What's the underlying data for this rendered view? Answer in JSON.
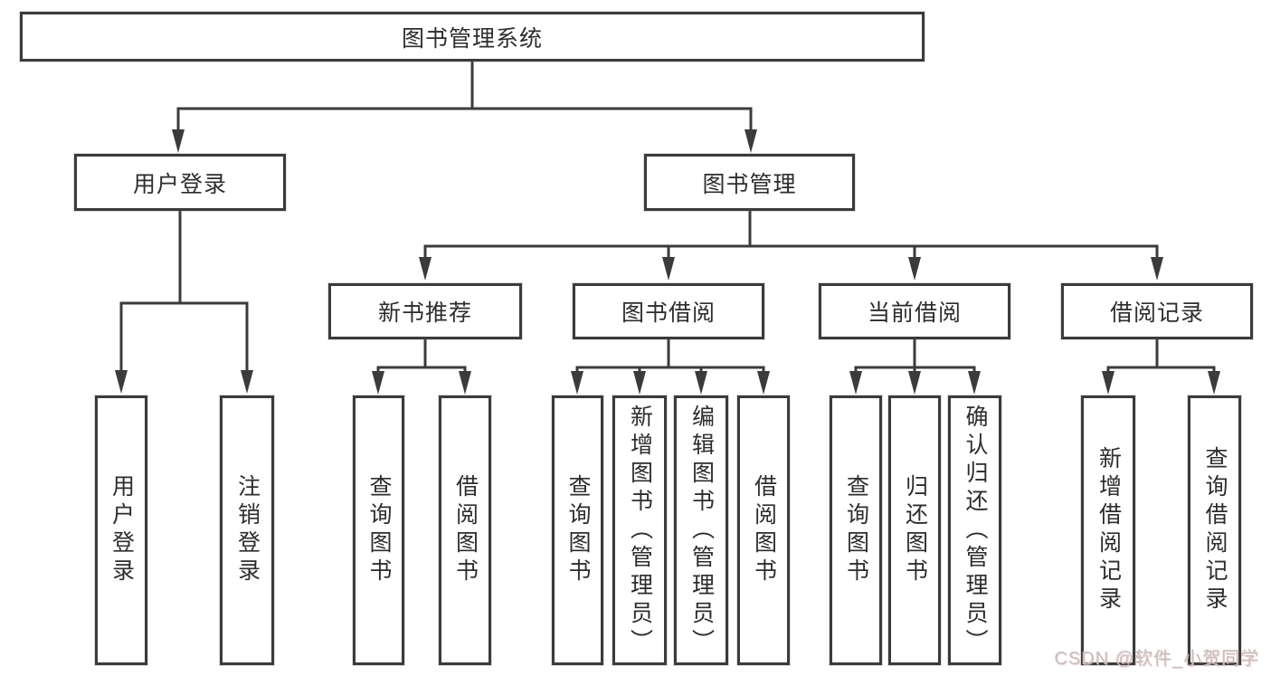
{
  "colors": {
    "line": "#3b3b3b",
    "box_border": "#3b3b3b",
    "box_fill": "#ffffff",
    "text": "#2d2d2d",
    "watermark": "#c7c1c1"
  },
  "root": {
    "label": "图书管理系统"
  },
  "level2": [
    {
      "label": "用户登录"
    },
    {
      "label": "图书管理"
    }
  ],
  "level3": [
    {
      "label": "新书推荐",
      "parent": "图书管理"
    },
    {
      "label": "图书借阅",
      "parent": "图书管理"
    },
    {
      "label": "当前借阅",
      "parent": "图书管理"
    },
    {
      "label": "借阅记录",
      "parent": "图书管理"
    }
  ],
  "leaves": [
    {
      "label": "用户登录",
      "parent": "用户登录"
    },
    {
      "label": "注销登录",
      "parent": "用户登录"
    },
    {
      "label": "查询图书",
      "parent": "新书推荐"
    },
    {
      "label": "借阅图书",
      "parent": "新书推荐"
    },
    {
      "label": "查询图书",
      "parent": "图书借阅"
    },
    {
      "label": "新增图书（管理员）",
      "parent": "图书借阅"
    },
    {
      "label": "编辑图书（管理员）",
      "parent": "图书借阅"
    },
    {
      "label": "借阅图书",
      "parent": "图书借阅"
    },
    {
      "label": "查询图书",
      "parent": "当前借阅"
    },
    {
      "label": "归还图书",
      "parent": "当前借阅"
    },
    {
      "label": "确认归还（管理员）",
      "parent": "当前借阅"
    },
    {
      "label": "新增借阅记录",
      "parent": "借阅记录"
    },
    {
      "label": "查询借阅记录",
      "parent": "借阅记录"
    }
  ],
  "watermark": {
    "text": "CSDN @软件_小贺同学"
  }
}
